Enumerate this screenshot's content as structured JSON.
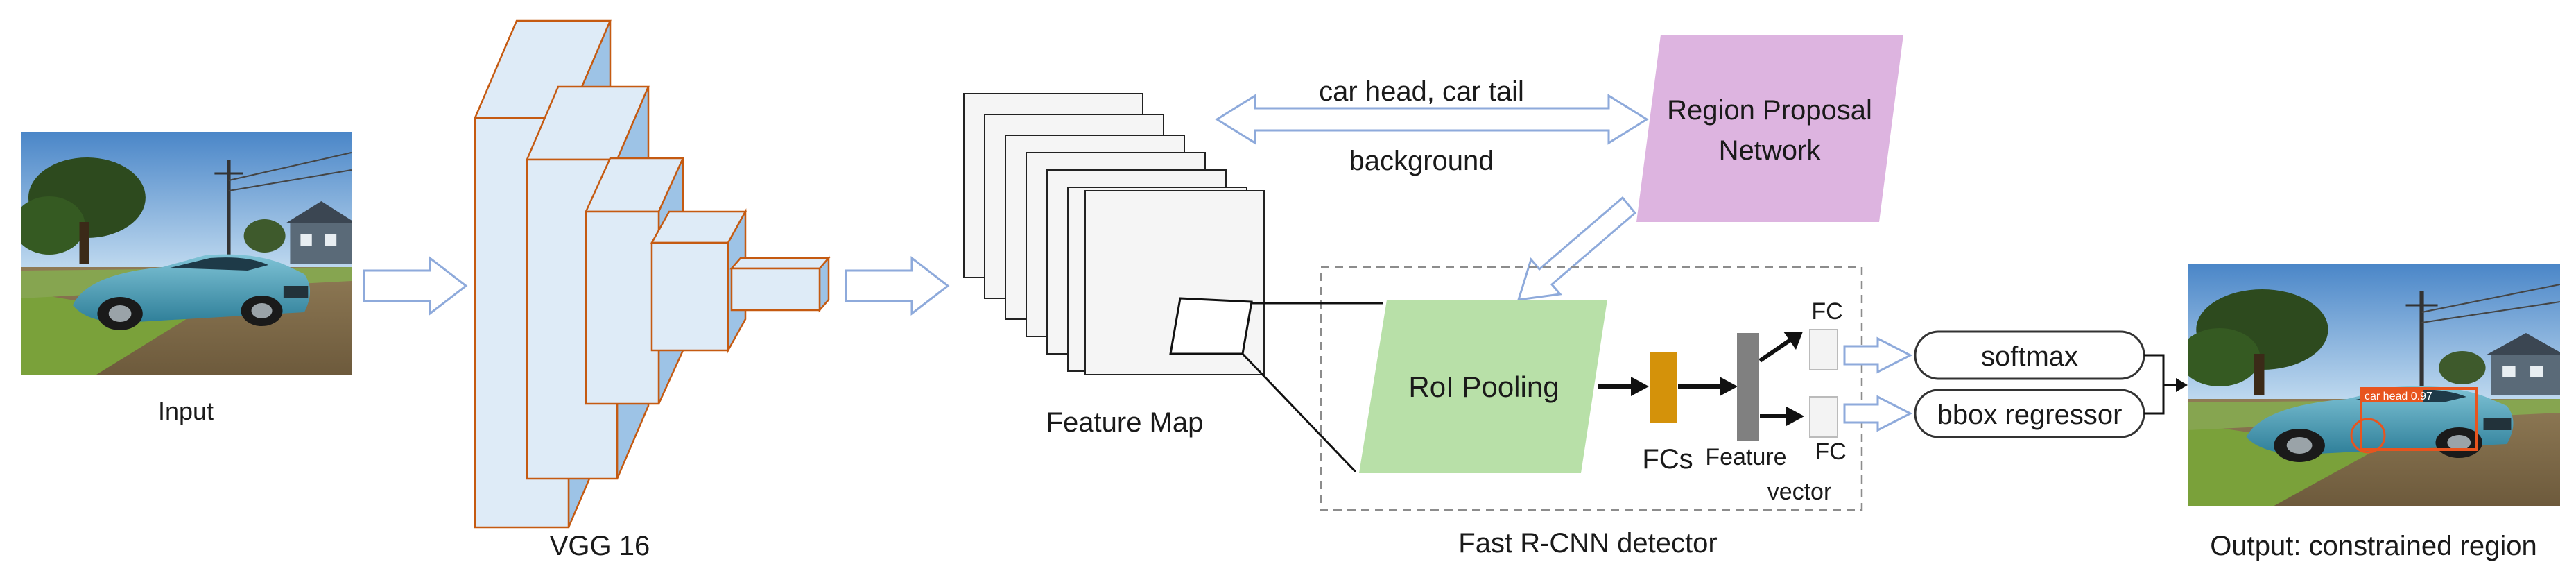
{
  "labels": {
    "input": "Input",
    "vgg": "VGG 16",
    "feature_map": "Feature Map",
    "classes_top": "car head, car tail",
    "classes_bottom": "background",
    "rpn_line1": "Region Proposal",
    "rpn_line2": "Network",
    "roi_pooling": "RoI Pooling",
    "fcs": "FCs",
    "feature_vector_line1": "Feature",
    "feature_vector_line2": "vector",
    "fc_top": "FC",
    "fc_bottom": "FC",
    "softmax": "softmax",
    "bbox_regressor": "bbox regressor",
    "detector": "Fast R-CNN detector",
    "output": "Output: constrained region",
    "detection_tag": "car head 0.97"
  },
  "colors": {
    "block_face": "#deebf7",
    "block_side": "#9dc3e6",
    "block_edge": "#c55a11",
    "arrow_fill": "#ffffff",
    "arrow_stroke": "#8eaadb",
    "rpn": "#ddb4e0",
    "roi": "#b8e0a8",
    "fcs_bar": "#d4920a",
    "feature_vector_bar": "#808080",
    "detection_box": "#e8541e"
  }
}
